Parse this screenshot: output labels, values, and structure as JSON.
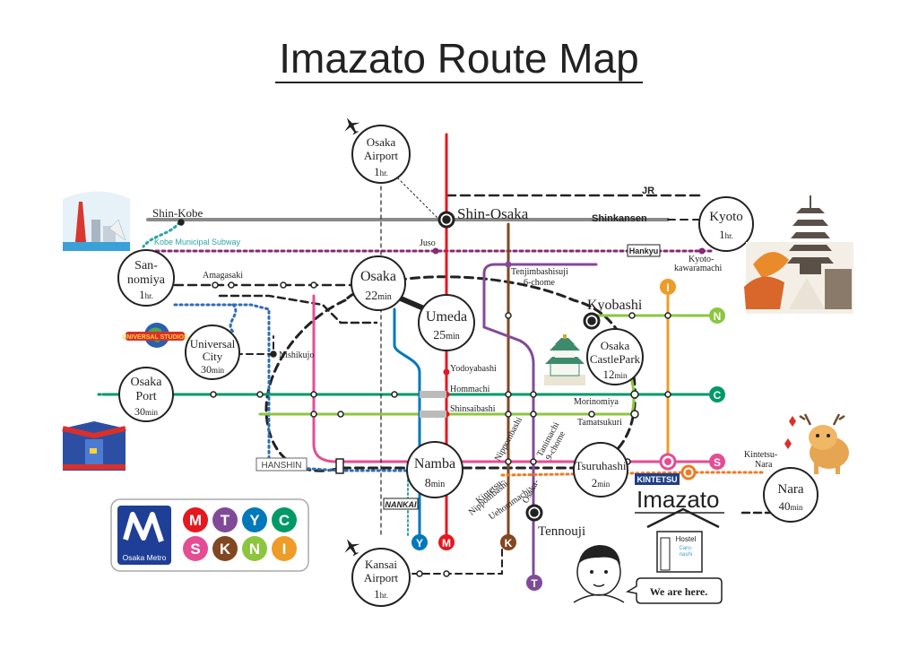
{
  "title": "Imazato Route Map",
  "destinations": {
    "osaka_airport": {
      "line1": "Osaka",
      "line2": "Airport",
      "time": "1",
      "unit": "hr."
    },
    "kyoto": {
      "name": "Kyoto",
      "time": "1",
      "unit": "hr."
    },
    "sannomiya": {
      "line1": "San-",
      "line2": "nomiya",
      "time": "1",
      "unit": "hr."
    },
    "osaka": {
      "name": "Osaka",
      "time": "22",
      "unit": "min"
    },
    "umeda": {
      "name": "Umeda",
      "time": "25",
      "unit": "min"
    },
    "universal_city": {
      "line1": "Universal",
      "line2": "City",
      "time": "30",
      "unit": "min"
    },
    "osaka_port": {
      "line1": "Osaka",
      "line2": "Port",
      "time": "30",
      "unit": "min"
    },
    "osaka_castle": {
      "line1": "Osaka",
      "line2": "CastlePark",
      "time": "12",
      "unit": "min"
    },
    "namba": {
      "name": "Namba",
      "time": "8",
      "unit": "min"
    },
    "tsuruhashi": {
      "name": "Tsuruhashi",
      "time": "2",
      "unit": "min"
    },
    "nara": {
      "name": "Nara",
      "time": "40",
      "unit": "min"
    },
    "kansai_airport": {
      "line1": "Kansai",
      "line2": "Airport",
      "time": "1",
      "unit": "hr."
    }
  },
  "stations": {
    "shin_kobe": "Shin-Kobe",
    "shin_osaka": "Shin-Osaka",
    "jr": "JR",
    "shinkansen": "Shinkansen",
    "kobe_subway": "Kobe Municipal Subway",
    "juso": "Juso",
    "hankyu": "Hankyu",
    "kyoto_kawaramachi_1": "Kyoto-",
    "kyoto_kawaramachi_2": "kawaramachi",
    "amagasaki": "Amagasaki",
    "tenjimbashisuji_1": "Tenjimbashisuji",
    "tenjimbashisuji_2": "6-chome",
    "kyobashi": "Kyobashi",
    "nishikujo": "Nishikujo",
    "yodoyabashi": "Yodoyabashi",
    "hommachi": "Hommachi",
    "shinsaibashi": "Shinsaibashi",
    "morinomiya": "Morinomiya",
    "tamatsukuri": "Tamatsukuri",
    "nippombashi": "Nippombashi",
    "tanimachi_1": "Tanimachi",
    "tanimachi_2": "9-chome",
    "kintetsu_nippombashi_1": "Kintetsu-",
    "kintetsu_nippombashi_2": "Nippombashi",
    "osaka_uehommachi_1": "Osaka-",
    "osaka_uehommachi_2": "Uehommachi",
    "tennouji": "Tennouji",
    "kintetsu_nara_1": "Kintetsu-",
    "kintetsu_nara_2": "Nara",
    "hanshin": "HANSHIN",
    "nankai": "NANKAI",
    "kintetsu": "KINTETSU"
  },
  "hostel": {
    "name": "Imazato",
    "sign_1": "Hostel",
    "sign_2": "Caro-",
    "sign_3": "nashi",
    "bubble": "We are here."
  },
  "legend": {
    "brand": "Osaka Metro",
    "lines": [
      {
        "letter": "M",
        "color": "#e5171f"
      },
      {
        "letter": "T",
        "color": "#814a98"
      },
      {
        "letter": "Y",
        "color": "#0078ba"
      },
      {
        "letter": "C",
        "color": "#019a66"
      },
      {
        "letter": "S",
        "color": "#e44d93"
      },
      {
        "letter": "K",
        "color": "#814721"
      },
      {
        "letter": "N",
        "color": "#8cc63f"
      },
      {
        "letter": "I",
        "color": "#ee9c27"
      }
    ]
  },
  "line_badges": {
    "N": "N",
    "C": "C",
    "S": "S",
    "I": "I",
    "Y": "Y",
    "M": "M",
    "K": "K",
    "T": "T"
  },
  "colors": {
    "midosuji": "#e5171f",
    "tanimachi": "#814a98",
    "yotsubashi": "#0078ba",
    "chuo": "#019a66",
    "sennichimae": "#e44d93",
    "sakaisuji": "#814721",
    "nagahori": "#8cc63f",
    "imazatosuji": "#ee9c27",
    "kintetsu": "#f07a22",
    "hankyu": "#8a2873",
    "subway_kobe": "#2aa6a0",
    "hanshin": "#2f6db5",
    "jr_shinkansen": "#888888",
    "ink": "#222222"
  },
  "icons": [
    "plane-icon",
    "kobe-tower-illustration",
    "pagoda-illustration",
    "usj-globe-illustration",
    "osaka-castle-illustration",
    "kaiyukan-illustration",
    "deer-illustration",
    "hostel-house-icon",
    "host-portrait"
  ]
}
